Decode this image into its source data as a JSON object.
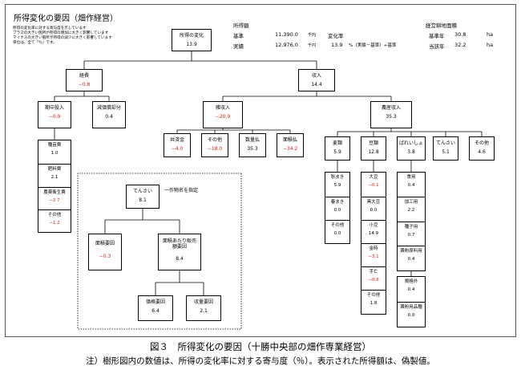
{
  "title": "所得変化の要因（畑作経営）",
  "notes": [
    "所得の変化率に対する寄与度を示しています",
    "プラスの大きい箇所が所得の増加に大きく影響しています",
    "マイナスの大きい箇所が所得の減少に大きく影響しています",
    "単位は、全て「％」です。"
  ],
  "income": {
    "heading": "所得額",
    "rows": [
      {
        "label": "基準",
        "value": "11,390.0",
        "unit": "千円",
        "extra_label": "変化率",
        "extra_value": "",
        "extra_unit": ""
      },
      {
        "label": "実績",
        "value": "12,976.0",
        "unit": "千円",
        "extra_label": "",
        "extra_value": "13.9",
        "extra_unit": "%（実績－基準）÷基準"
      }
    ]
  },
  "farmland": {
    "heading": "経営耕地面積",
    "rows": [
      {
        "label": "基準年",
        "value": "30.8",
        "unit": "ha"
      },
      {
        "label": "当該年",
        "value": "32.2",
        "unit": "ha"
      }
    ]
  },
  "nodes": {
    "root": {
      "label": "所得の変化",
      "value": "13.9"
    },
    "keihi": {
      "label": "経費",
      "value": "−0.8"
    },
    "shunyu": {
      "label": "収入",
      "value": "14.4"
    },
    "kichu": {
      "label": "期中投入",
      "value": "−0.9"
    },
    "genka": {
      "label": "減価償却分",
      "value": "0.4"
    },
    "zatsu": {
      "label": "雑収入",
      "value": "−20.9"
    },
    "nousan": {
      "label": "農産収入",
      "value": "35.3"
    },
    "kyosai": {
      "label": "共済金",
      "value": "−4.0"
    },
    "z_sonota": {
      "label": "その他",
      "value": "−18.0"
    },
    "suryo": {
      "label": "数量払",
      "value": "35.3"
    },
    "menseki": {
      "label": "面積払",
      "value": "−34.2"
    },
    "mugi": {
      "label": "麦類",
      "value": "5.9"
    },
    "mame": {
      "label": "豆類",
      "value": "12.8"
    },
    "bareisho": {
      "label": "ばれいしょ",
      "value": "3.8"
    },
    "tensai_top": {
      "label": "てんさい",
      "value": "5.1"
    },
    "n_sonota": {
      "label": "その他",
      "value": "4.6"
    },
    "tensai_main": {
      "label": "てんさい",
      "value": "8.1"
    },
    "menseki_youin": {
      "label": "面積要因",
      "value": "−0.3"
    },
    "menseki_atari": {
      "label": "面積あたり販売額要因",
      "value": "8.4"
    },
    "kakaku": {
      "label": "価格要因",
      "value": "6.4"
    },
    "shuryo": {
      "label": "収量要因",
      "value": "2.1"
    }
  },
  "tensai_note": "一作物名を指定",
  "lists": {
    "kichu_items": [
      {
        "label": "種苗費",
        "value": "1.0"
      },
      {
        "label": "肥料費",
        "value": "2.1"
      },
      {
        "label": "農薬衛生費",
        "value": "−2.7"
      },
      {
        "label": "その他",
        "value": "−1.2"
      }
    ],
    "mugi_items": [
      {
        "label": "秋まき",
        "value": "5.9"
      },
      {
        "label": "春まき",
        "value": "0.0"
      },
      {
        "label": "その他",
        "value": "0.0"
      }
    ],
    "mame_items": [
      {
        "label": "大豆",
        "value": "−0.1"
      },
      {
        "label": "黒大豆",
        "value": "0.0"
      },
      {
        "label": "小豆",
        "value": "14.9"
      },
      {
        "label": "金時",
        "value": "−3.1"
      },
      {
        "label": "手亡",
        "value": "−0.8"
      },
      {
        "label": "その他",
        "value": "1.8"
      }
    ],
    "bareisho_items": [
      {
        "label": "食用",
        "value": "0.4"
      },
      {
        "label": "加工用",
        "value": "2.2"
      },
      {
        "label": "種子用",
        "value": "0.7"
      },
      {
        "label": "澱粉原料用",
        "value": "0.4"
      },
      {
        "label": "規格外",
        "value": "0.4"
      },
      {
        "label": "澱粉用品種",
        "value": "0.0"
      }
    ]
  },
  "caption": {
    "title": "図３　所得変化の要因（十勝中央部の畑作専業経営）",
    "note": "注）樹形図内の数値は、所得の変化率に対する寄与度（％）。表示された所得額は、偽製値。"
  }
}
